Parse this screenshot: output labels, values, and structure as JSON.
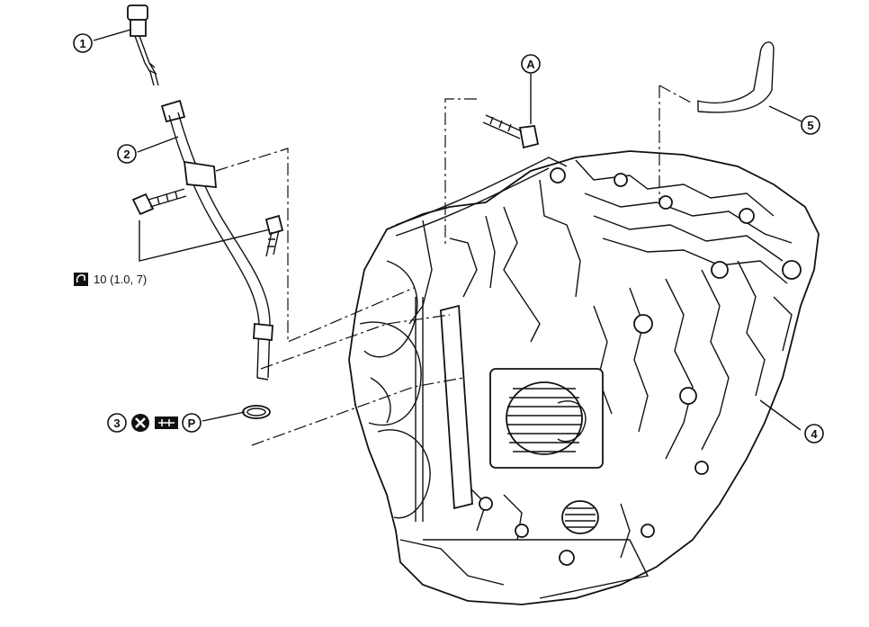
{
  "callouts": {
    "c1": "1",
    "c2": "2",
    "c3": "3",
    "c4": "4",
    "c5": "5",
    "cA": "A",
    "cP": "P"
  },
  "torque": {
    "value": "10 (1.0, 7)",
    "icon": "torque-wrench-icon"
  },
  "item3_symbols": [
    "do-not-reuse-x-icon",
    "fluid-apply-icon",
    "petroleum-jelly-p-icon"
  ],
  "colors": {
    "line": "#111111",
    "background": "#ffffff"
  }
}
